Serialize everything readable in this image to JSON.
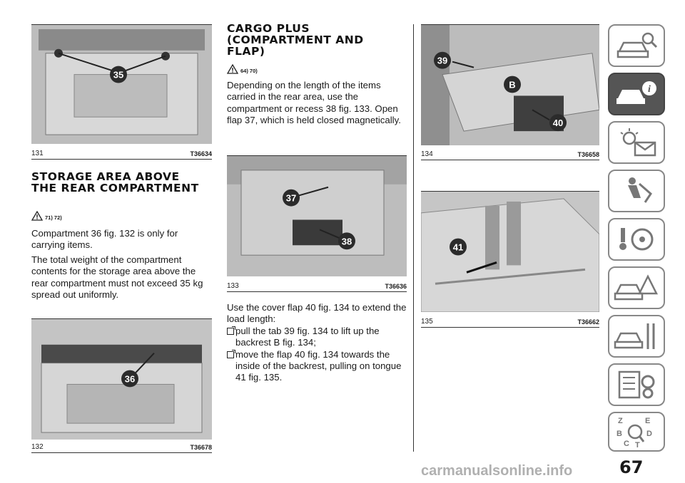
{
  "figures": [
    {
      "id": "131",
      "code": "T36634",
      "callouts": [
        "35"
      ]
    },
    {
      "id": "132",
      "code": "T36678",
      "callouts": [
        "36"
      ]
    },
    {
      "id": "133",
      "code": "T36636",
      "callouts": [
        "37",
        "38"
      ]
    },
    {
      "id": "134",
      "code": "T36658",
      "callouts": [
        "39",
        "B",
        "40"
      ]
    },
    {
      "id": "135",
      "code": "T36662",
      "callouts": [
        "41"
      ]
    }
  ],
  "section_storage": {
    "title": "STORAGE AREA ABOVE THE REAR COMPARTMENT",
    "warning_refs": "71) 72)",
    "paragraphs": [
      "Compartment 36 fig. 132 is only for carrying items.",
      "The total weight of the compartment contents for the storage area above the rear compartment must not exceed 35 kg spread out uniformly."
    ]
  },
  "section_cargo": {
    "title": "CARGO PLUS (COMPARTMENT AND FLAP)",
    "warning_refs": "64) 70)",
    "paragraph": "Depending on the length of the items carried in the rear area, use the compartment or recess 38 fig. 133. Open flap 37, which is held closed magnetically.",
    "intro": "Use the cover flap 40 fig. 134 to extend the load length:",
    "bullets": [
      "pull the tab 39 fig. 134 to lift up the backrest B fig. 134;",
      "move the flap 40 fig. 134 towards the inside of the backrest, pulling on tongue 41 fig. 135."
    ]
  },
  "side_tabs": [
    {
      "icon": "car-search-icon",
      "active": false
    },
    {
      "icon": "car-info-icon",
      "active": true
    },
    {
      "icon": "warning-light-icon",
      "active": false
    },
    {
      "icon": "airbag-seat-icon",
      "active": false
    },
    {
      "icon": "steering-key-icon",
      "active": false
    },
    {
      "icon": "car-warning-icon",
      "active": false
    },
    {
      "icon": "car-tools-icon",
      "active": false
    },
    {
      "icon": "specs-gear-icon",
      "active": false
    },
    {
      "icon": "index-search-icon",
      "active": false
    }
  ],
  "page_number": "67",
  "watermark": "carmanualsonline.info",
  "colors": {
    "accent_tab": "#555555",
    "callout": "#2b2b2b"
  }
}
